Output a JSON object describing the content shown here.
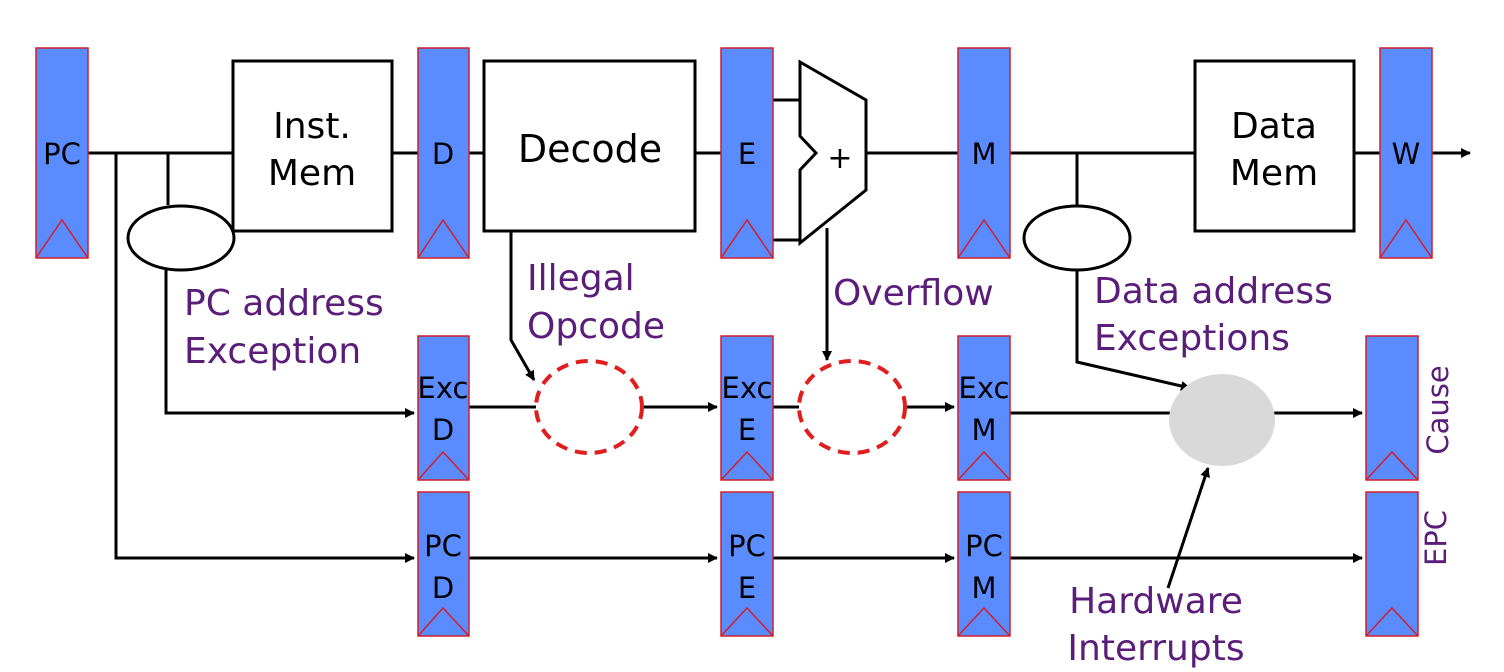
{
  "registers": {
    "pc": "PC",
    "d": "D",
    "e": "E",
    "m": "M",
    "w": "W",
    "exc_d": [
      "Exc",
      "D"
    ],
    "exc_e": [
      "Exc",
      "E"
    ],
    "exc_m": [
      "Exc",
      "M"
    ],
    "pc_d": [
      "PC",
      "D"
    ],
    "pc_e": [
      "PC",
      "E"
    ],
    "pc_m": [
      "PC",
      "M"
    ],
    "cause": "Cause",
    "epc": "EPC"
  },
  "blocks": {
    "inst_mem": [
      "Inst.",
      "Mem"
    ],
    "decode": "Decode",
    "adder": "+",
    "data_mem": [
      "Data",
      "Mem"
    ]
  },
  "annotations": {
    "pc_address_exception": [
      "PC address",
      "Exception"
    ],
    "illegal_opcode": [
      "Illegal",
      "Opcode"
    ],
    "overflow": "Overflow",
    "data_address_exceptions": [
      "Data address",
      "Exceptions"
    ],
    "hardware_interrupts": [
      "Hardware",
      "Interrupts"
    ]
  },
  "colors": {
    "register_fill": "#5b8cff",
    "register_border": "#d21f2a",
    "annotation_text": "#5a1e7a",
    "checker_dashed": "#e01e1e",
    "combine_unit": "#d9d9d9"
  }
}
